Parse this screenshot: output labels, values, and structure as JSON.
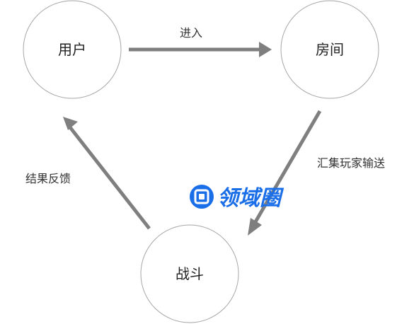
{
  "nodes": {
    "user": {
      "label": "用户"
    },
    "room": {
      "label": "房间"
    },
    "battle": {
      "label": "战斗"
    }
  },
  "edges": {
    "enter": {
      "label": "进入"
    },
    "gather": {
      "label": "汇集玩家输送"
    },
    "feedback": {
      "label": "结果反馈"
    }
  },
  "watermark": {
    "text": "领域圈",
    "color": "#1a6fe8"
  },
  "colors": {
    "arrow": "#7f7f7f",
    "node_border": "#a6a6a6"
  }
}
